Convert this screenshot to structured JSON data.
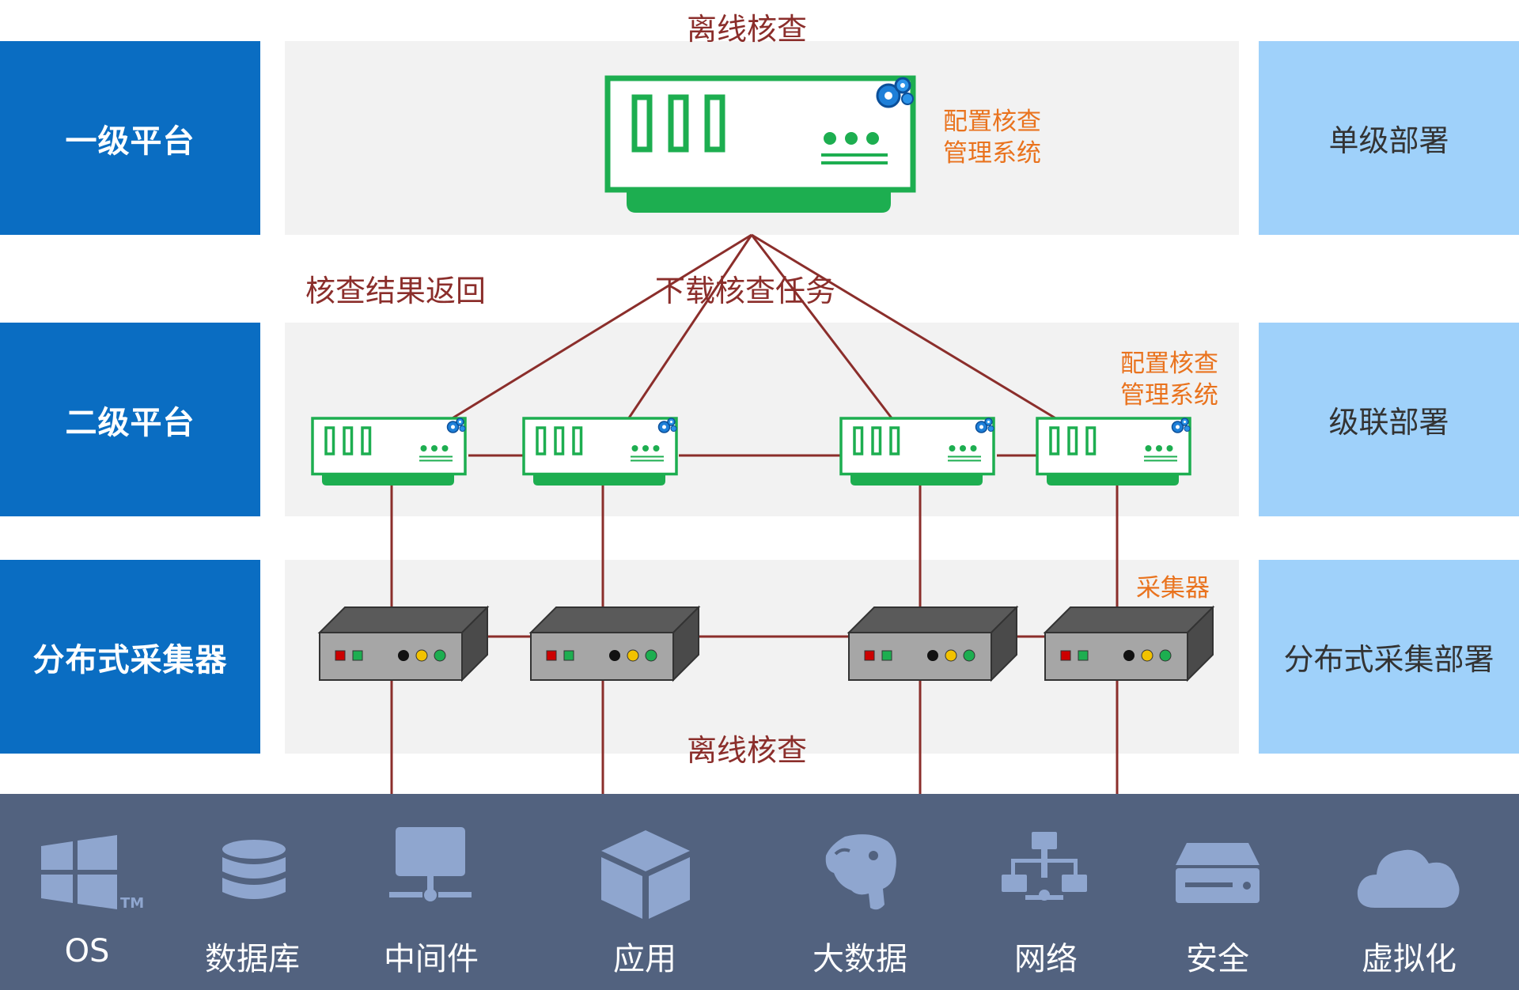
{
  "top": {
    "offline_check_top": "离线核查",
    "offline_check_bottom": "离线核查",
    "result_return": "核查结果返回",
    "download_task": "下载核查任务"
  },
  "levels": [
    {
      "left": "一级平台",
      "right": "单级部署"
    },
    {
      "left": "二级平台",
      "right": "级联部署"
    },
    {
      "left": "分布式采集器",
      "right": "分布式采集部署"
    }
  ],
  "main_server": {
    "label_line1": "配置核查",
    "label_line2": "管理系统"
  },
  "secondary_label": {
    "line1": "配置核查",
    "line2": "管理系统"
  },
  "collector_label": "采集器",
  "resources": [
    {
      "label": "OS",
      "icon": "windows-icon"
    },
    {
      "label": "数据库",
      "icon": "database-icon"
    },
    {
      "label": "中间件",
      "icon": "middleware-icon"
    },
    {
      "label": "应用",
      "icon": "application-cube-icon"
    },
    {
      "label": "大数据",
      "icon": "elephant-icon"
    },
    {
      "label": "网络",
      "icon": "network-icon"
    },
    {
      "label": "安全",
      "icon": "security-device-icon"
    },
    {
      "label": "虚拟化",
      "icon": "cloud-icon"
    }
  ],
  "colors": {
    "dark_blue": "#0A6DC2",
    "light_blue": "#9FD1FA",
    "band_gray": "#F2F2F2",
    "server_green": "#1DAE50",
    "link_red": "#8B2E2B",
    "label_orange": "#E9731E",
    "panel": "#52627F",
    "icon_fill": "#8FA6CF"
  }
}
